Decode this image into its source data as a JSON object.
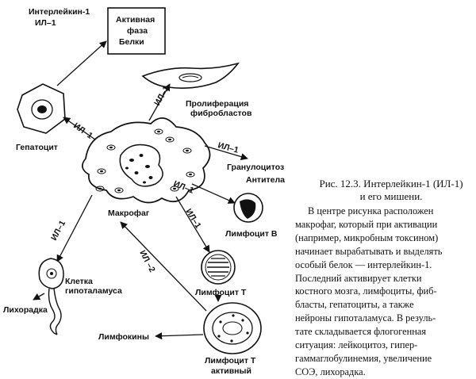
{
  "diagram": {
    "top_label_1": "Интерлейкин-1",
    "top_label_2": "ИЛ–1",
    "box_line_1": "Активная",
    "box_line_2": "фаза",
    "box_line_3": "Белки",
    "hepatocyte": "Гепатоцит",
    "proliferation_1": "Пролиферация",
    "proliferation_2": "фибробластов",
    "granulocytes": "Гранулоцитоз",
    "antibodies": "Антитела",
    "macrophage": "Макрофаг",
    "lymphocyte_b": "Лимфоцит В",
    "hypothalamus_1": "Клетка",
    "hypothalamus_2": "гипоталамуса",
    "fever": "Лихорадка",
    "lymphocyte_t": "Лимфоцит Т",
    "lymphokines": "Лимфокины",
    "lymphocyte_t_active_1": "Лимфоцит Т",
    "lymphocyte_t_active_2": "активный",
    "il1": "ИЛ–1",
    "il2": "ИЛ –2"
  },
  "caption": {
    "line_1": "Рис. 12.3. Интерлейкин-1 (ИЛ-1)",
    "line_2": "и его мишени."
  },
  "body": {
    "lines": [
      "В центре рисунка расположен",
      "макрофаг, который при активации",
      "(например, микробным токсином)",
      "начинает вырабатывать и выделять",
      "особый белок — интерлейкин-1.",
      "Последний активирует клетки",
      "костного мозга, лимфоциты, фиб-",
      "бласты, гепатоциты, а также",
      "нейроны гипоталамуса. В резуль-",
      "тате складывается флогогенная",
      "ситуация: лейкоцитоз, гипер-",
      "гаммаглобулинемия, увеличение",
      "СОЭ, лихорадка."
    ]
  }
}
